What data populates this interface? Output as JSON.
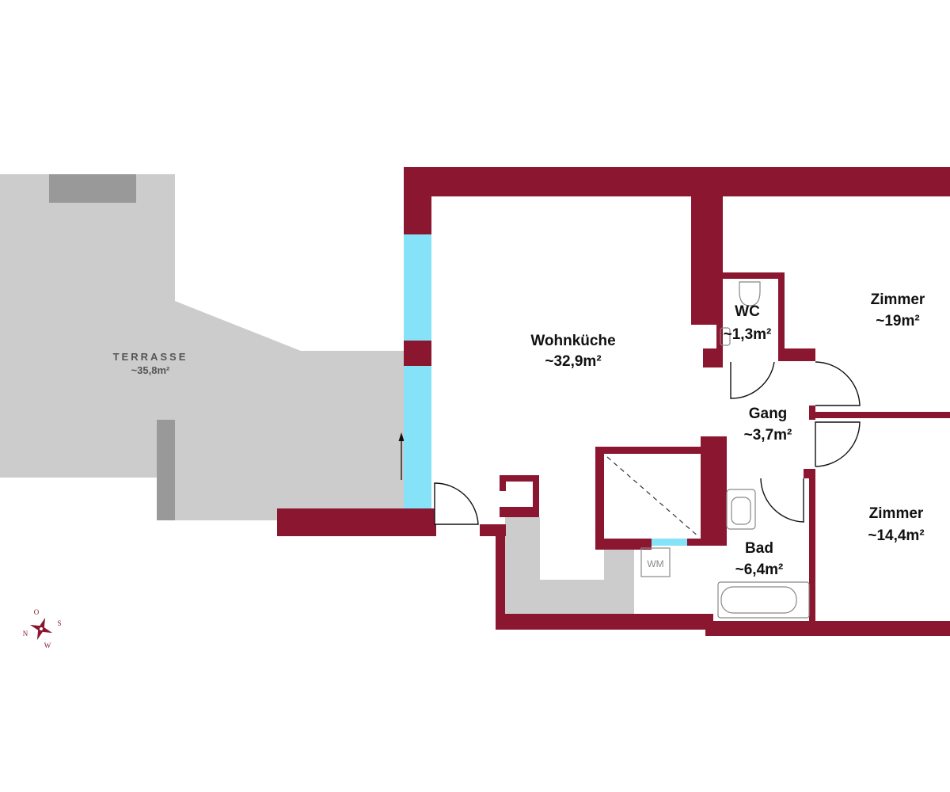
{
  "colors": {
    "wall": "#8b1630",
    "terrace": "#cccccc",
    "terrace_dark": "#999999",
    "window": "#86e3f7",
    "fixture_stroke": "#888888",
    "door_stroke": "#111111"
  },
  "terrace": {
    "name": "TERRASSE",
    "area": "~35,8m²"
  },
  "rooms": {
    "wohnkueche": {
      "name": "Wohnküche",
      "area": "~32,9m²"
    },
    "wc": {
      "name": "WC",
      "area": "~1,3m²"
    },
    "zimmer_1": {
      "name": "Zimmer",
      "area": "~19m²"
    },
    "gang": {
      "name": "Gang",
      "area": "~3,7m²"
    },
    "zimmer_2": {
      "name": "Zimmer",
      "area": "~14,4m²"
    },
    "bad": {
      "name": "Bad",
      "area": "~6,4m²"
    }
  },
  "fixtures": {
    "washing_machine": "WM"
  },
  "compass": {
    "north": "N",
    "east": "O",
    "south": "S",
    "west": "W",
    "icon": "compass-rose-icon"
  }
}
